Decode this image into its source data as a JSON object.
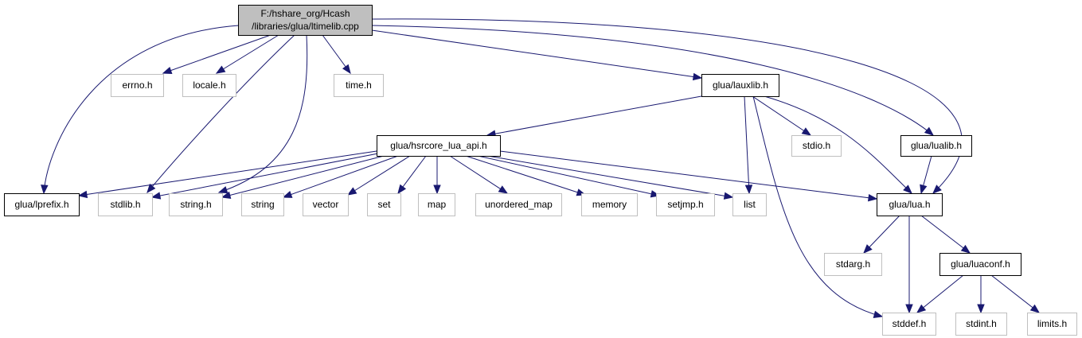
{
  "diagram": {
    "title": "",
    "nodes": [
      {
        "id": "root",
        "lines": [
          "F:/hshare_org/Hcash",
          "/libraries/glua/ltimelib.cpp"
        ],
        "kind": "root"
      },
      {
        "id": "errno",
        "lines": [
          "errno.h"
        ],
        "kind": "external"
      },
      {
        "id": "locale",
        "lines": [
          "locale.h"
        ],
        "kind": "external"
      },
      {
        "id": "time",
        "lines": [
          "time.h"
        ],
        "kind": "external"
      },
      {
        "id": "lauxlib",
        "lines": [
          "glua/lauxlib.h"
        ],
        "kind": "project"
      },
      {
        "id": "hsrcore",
        "lines": [
          "glua/hsrcore_lua_api.h"
        ],
        "kind": "project"
      },
      {
        "id": "stdio",
        "lines": [
          "stdio.h"
        ],
        "kind": "external"
      },
      {
        "id": "lualib",
        "lines": [
          "glua/lualib.h"
        ],
        "kind": "project"
      },
      {
        "id": "lprefix",
        "lines": [
          "glua/lprefix.h"
        ],
        "kind": "project"
      },
      {
        "id": "stdlib",
        "lines": [
          "stdlib.h"
        ],
        "kind": "external"
      },
      {
        "id": "stringh",
        "lines": [
          "string.h"
        ],
        "kind": "external"
      },
      {
        "id": "string",
        "lines": [
          "string"
        ],
        "kind": "external"
      },
      {
        "id": "vector",
        "lines": [
          "vector"
        ],
        "kind": "external"
      },
      {
        "id": "set",
        "lines": [
          "set"
        ],
        "kind": "external"
      },
      {
        "id": "map",
        "lines": [
          "map"
        ],
        "kind": "external"
      },
      {
        "id": "unordered_map",
        "lines": [
          "unordered_map"
        ],
        "kind": "external"
      },
      {
        "id": "memory",
        "lines": [
          "memory"
        ],
        "kind": "external"
      },
      {
        "id": "setjmp",
        "lines": [
          "setjmp.h"
        ],
        "kind": "external"
      },
      {
        "id": "list",
        "lines": [
          "list"
        ],
        "kind": "external"
      },
      {
        "id": "lua",
        "lines": [
          "glua/lua.h"
        ],
        "kind": "project"
      },
      {
        "id": "stdarg",
        "lines": [
          "stdarg.h"
        ],
        "kind": "external"
      },
      {
        "id": "luaconf",
        "lines": [
          "glua/luaconf.h"
        ],
        "kind": "project"
      },
      {
        "id": "stddef",
        "lines": [
          "stddef.h"
        ],
        "kind": "external"
      },
      {
        "id": "stdint",
        "lines": [
          "stdint.h"
        ],
        "kind": "external"
      },
      {
        "id": "limits",
        "lines": [
          "limits.h"
        ],
        "kind": "external"
      }
    ],
    "edges": [
      [
        "root",
        "lprefix"
      ],
      [
        "root",
        "errno"
      ],
      [
        "root",
        "locale"
      ],
      [
        "root",
        "stdlib"
      ],
      [
        "root",
        "stringh"
      ],
      [
        "root",
        "time"
      ],
      [
        "root",
        "lauxlib"
      ],
      [
        "root",
        "lualib"
      ],
      [
        "root",
        "lua"
      ],
      [
        "lauxlib",
        "hsrcore"
      ],
      [
        "lauxlib",
        "stdio"
      ],
      [
        "lauxlib",
        "list"
      ],
      [
        "lauxlib",
        "lua"
      ],
      [
        "lauxlib",
        "stddef"
      ],
      [
        "hsrcore",
        "lprefix"
      ],
      [
        "hsrcore",
        "stdlib"
      ],
      [
        "hsrcore",
        "stringh"
      ],
      [
        "hsrcore",
        "string"
      ],
      [
        "hsrcore",
        "vector"
      ],
      [
        "hsrcore",
        "set"
      ],
      [
        "hsrcore",
        "map"
      ],
      [
        "hsrcore",
        "unordered_map"
      ],
      [
        "hsrcore",
        "memory"
      ],
      [
        "hsrcore",
        "setjmp"
      ],
      [
        "hsrcore",
        "list"
      ],
      [
        "hsrcore",
        "lua"
      ],
      [
        "lualib",
        "lua"
      ],
      [
        "lua",
        "stdarg"
      ],
      [
        "lua",
        "luaconf"
      ],
      [
        "lua",
        "stddef"
      ],
      [
        "luaconf",
        "stddef"
      ],
      [
        "luaconf",
        "stdint"
      ],
      [
        "luaconf",
        "limits"
      ]
    ]
  }
}
